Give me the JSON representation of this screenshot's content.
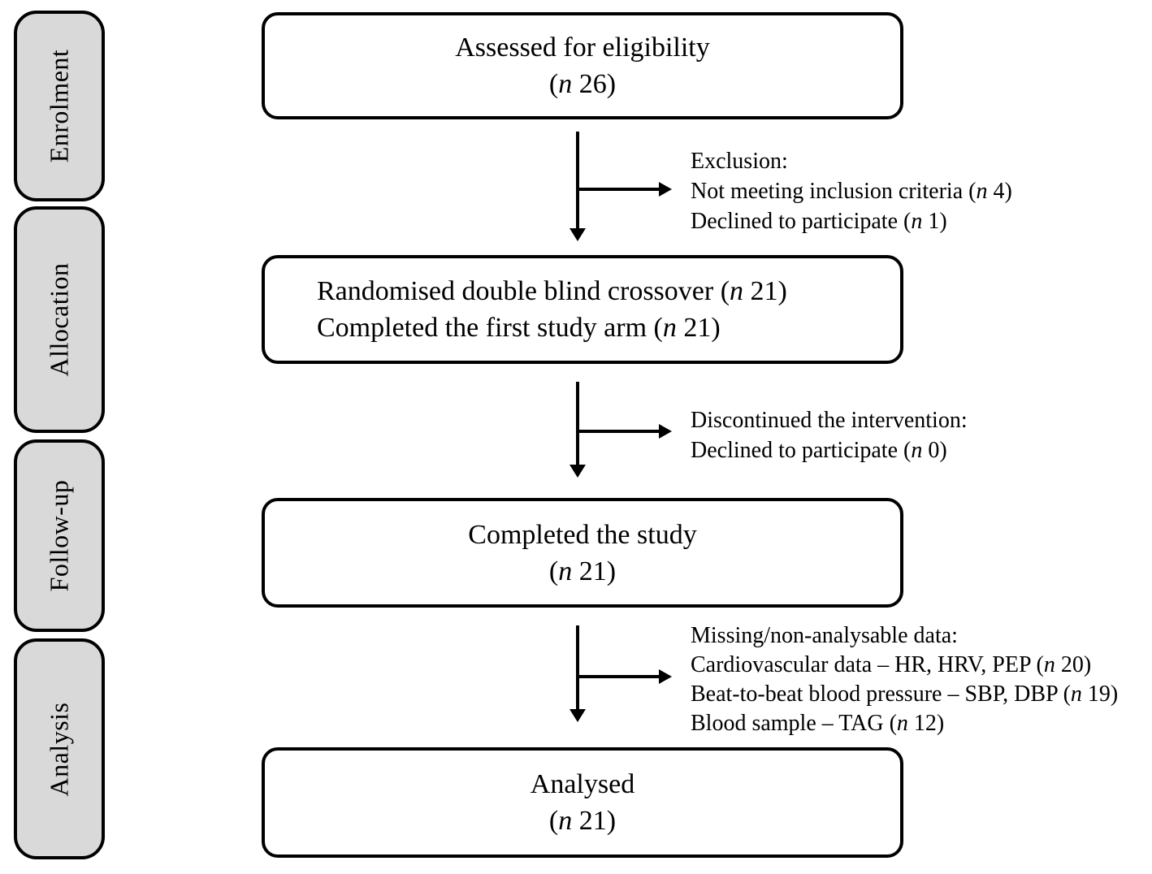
{
  "diagram": {
    "stages": [
      {
        "label": "Enrolment"
      },
      {
        "label": "Allocation"
      },
      {
        "label": "Follow-up"
      },
      {
        "label": "Analysis"
      }
    ],
    "boxes": [
      {
        "id": "assessed",
        "lines": [
          "Assessed for eligibility",
          "(n 26)"
        ]
      },
      {
        "id": "randomised",
        "lines": [
          "Randomised double blind crossover (n 21)",
          "Completed the first study arm (n 21)"
        ]
      },
      {
        "id": "completed",
        "lines": [
          "Completed the study",
          "(n 21)"
        ]
      },
      {
        "id": "analysed",
        "lines": [
          "Analysed",
          "(n 21)"
        ]
      }
    ],
    "notes": [
      {
        "id": "exclusion",
        "lines": [
          "Exclusion:",
          "Not meeting inclusion criteria (n 4)",
          "Declined to participate (n 1)"
        ]
      },
      {
        "id": "discontinued",
        "lines": [
          "Discontinued the intervention:",
          "Declined to participate (n 0)"
        ]
      },
      {
        "id": "missing",
        "lines": [
          "Missing/non-analysable data:",
          "Cardiovascular data – HR, HRV, PEP (n 20)",
          "Beat-to-beat blood pressure – SBP, DBP (n 19)",
          "Blood sample – TAG (n 12)"
        ]
      }
    ],
    "colors": {
      "stage_fill": "#d9d9d9",
      "border": "#000000",
      "text": "#000000",
      "background": "#ffffff"
    }
  }
}
